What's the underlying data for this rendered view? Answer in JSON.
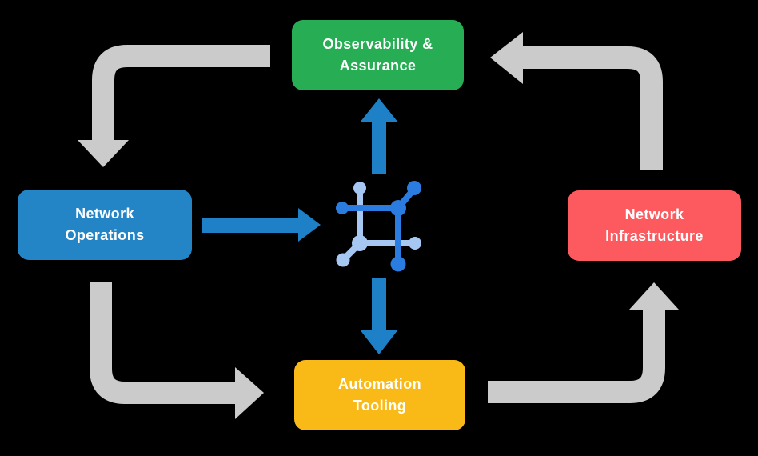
{
  "colors": {
    "background": "#000000",
    "node_text": "#FFFFFF",
    "node_green": "#27AE55",
    "node_blue": "#2385C6",
    "node_red": "#FC5A5E",
    "node_yellow": "#F9B917",
    "arrow_gray": "#CBCBCB",
    "arrow_blue": "#1E80C7",
    "icon_blue_dark": "#2A7CE0",
    "icon_blue_light": "#A7C7F3"
  },
  "nodes": {
    "observability": {
      "lines": [
        "Observability &",
        "Assurance"
      ],
      "color": "#27AE55"
    },
    "operations": {
      "lines": [
        "Network",
        "Operations"
      ],
      "color": "#2385C6"
    },
    "infrastructure": {
      "lines": [
        "Network",
        "Infrastructure"
      ],
      "color": "#FC5A5E"
    },
    "automation": {
      "lines": [
        "Automation",
        "Tooling"
      ],
      "color": "#F9B917"
    }
  },
  "center_icon": {
    "name": "network-fabric-icon"
  },
  "arrows": {
    "gray_cycle": [
      {
        "from": "Observability & Assurance",
        "to": "Network Operations"
      },
      {
        "from": "Network Operations",
        "to": "Automation Tooling"
      },
      {
        "from": "Automation Tooling",
        "to": "Network Infrastructure"
      },
      {
        "from": "Network Infrastructure",
        "to": "Observability & Assurance"
      }
    ],
    "blue": [
      {
        "from": "Network Operations",
        "to": "center icon",
        "direction": "right"
      },
      {
        "from": "center icon",
        "to": "Observability & Assurance",
        "direction": "up"
      },
      {
        "from": "center icon",
        "to": "Automation Tooling",
        "direction": "down"
      }
    ]
  }
}
